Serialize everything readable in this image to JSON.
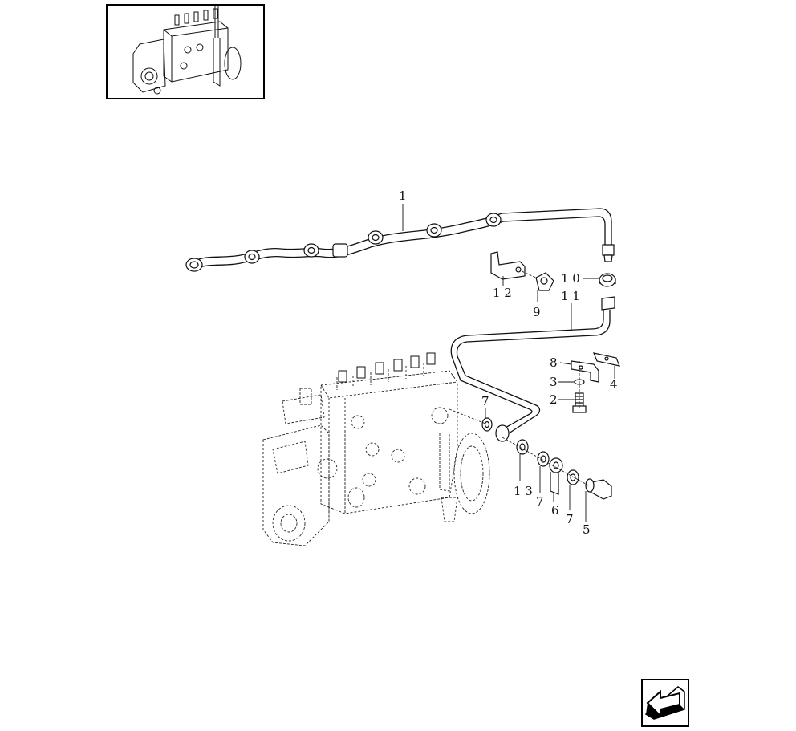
{
  "callouts": [
    {
      "id": "c-1",
      "label": "1"
    },
    {
      "id": "c-12",
      "label": "1 2"
    },
    {
      "id": "c-9",
      "label": "9"
    },
    {
      "id": "c-10",
      "label": "1 0"
    },
    {
      "id": "c-11",
      "label": "1 1"
    },
    {
      "id": "c-8",
      "label": "8"
    },
    {
      "id": "c-4",
      "label": "4"
    },
    {
      "id": "c-3a",
      "label": "3"
    },
    {
      "id": "c-2",
      "label": "2"
    },
    {
      "id": "c-7a",
      "label": "7"
    },
    {
      "id": "c-13",
      "label": "1 3"
    },
    {
      "id": "c-7b",
      "label": "7"
    },
    {
      "id": "c-6",
      "label": "6"
    },
    {
      "id": "c-7c",
      "label": "7"
    },
    {
      "id": "c-5",
      "label": "5"
    }
  ],
  "icons": {
    "thumbnail": "fuel-injection-pump-thumbnail-icon",
    "navigation": "arrow-back-icon"
  }
}
